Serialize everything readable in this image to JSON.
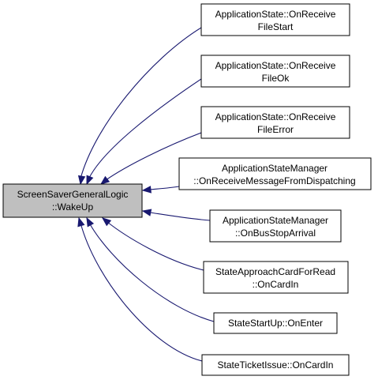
{
  "diagram": {
    "colors": {
      "edge": "#191970",
      "focus_fill": "#bfbfbf",
      "node_fill": "#ffffff",
      "border": "#000000"
    },
    "focus": {
      "line1": "ScreenSaverGeneralLogic",
      "line2": "::WakeUp"
    },
    "callers": [
      {
        "line1": "ApplicationState::OnReceive",
        "line2": "FileStart"
      },
      {
        "line1": "ApplicationState::OnReceive",
        "line2": "FileOk"
      },
      {
        "line1": "ApplicationState::OnReceive",
        "line2": "FileError"
      },
      {
        "line1": "ApplicationStateManager",
        "line2": "::OnReceiveMessageFromDispatching"
      },
      {
        "line1": "ApplicationStateManager",
        "line2": "::OnBusStopArrival"
      },
      {
        "line1": "StateApproachCardForRead",
        "line2": "::OnCardIn"
      },
      {
        "line1": "StateStartUp::OnEnter",
        "line2": ""
      },
      {
        "line1": "StateTicketIssue::OnCardIn",
        "line2": ""
      }
    ]
  }
}
